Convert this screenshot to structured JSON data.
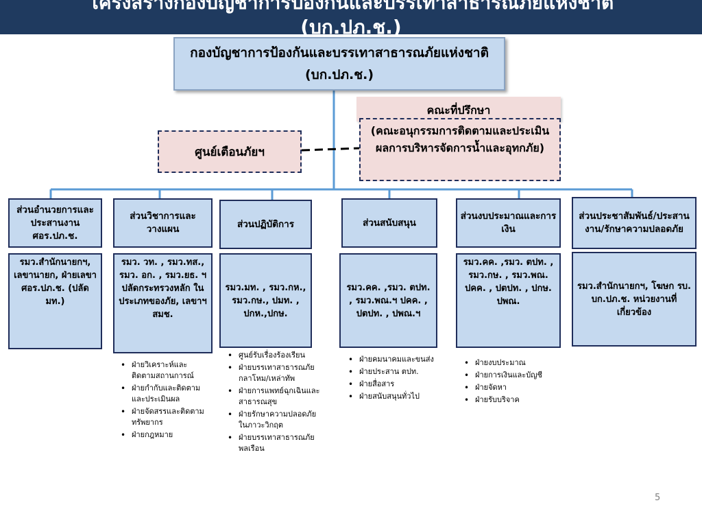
{
  "banner": {
    "title_line1": "โครงสร้างกองบัญชาการป้องกันและบรรเทาสาธารณภัยแห่งชาติ",
    "title_line2": "(บก.ปภ.ช.)"
  },
  "main": {
    "title": "กองบัญชาการป้องกันและบรรเทาสาธารณภัยแห่งชาติ (บก.ปภ.ช.)"
  },
  "advisor": {
    "title": "คณะที่ปรึกษา",
    "description": "(คณะอนุกรรมการติดตามและประเมินผลการบริหารจัดการน้ำและอุทกภัย)"
  },
  "warning_center": {
    "label": "ศูนย์เตือนภัยฯ"
  },
  "departments": [
    {
      "name": "ส่วนอำนวยการและประสานงาน ศอร.ปภ.ช.",
      "members": "รมว.สำนักนายกฯ, เลขานายก, ฝ่ายเลขา ศอร.ปภ.ช. (ปลัด มท.)",
      "units": []
    },
    {
      "name": "ส่วนวิชาการและวางแผน",
      "members": "รมว. วท. , รมว.ทส., รมว. อก. , รมว.ยธ. ฯ ปลัดกระทรวงหลัก ในประเภทของภัย, เลขาฯ สมช.",
      "units": [
        "ฝ่ายวิเคราะห์และติดตามสถานการณ์",
        "ฝ่ายกำกับและติดตามและประเมินผล",
        "ฝ่ายจัดสรรและติดตามทรัพยากร",
        "ฝ่ายกฎหมาย"
      ]
    },
    {
      "name": "ส่วนปฏิบัติการ",
      "members": "รมว.มท. , รมว.กห., รมว.กษ., ปมท. , ปกห.,ปกษ.",
      "units": [
        "ศูนย์รับเรื่องร้องเรียน",
        "ฝ่ายบรรเทาสาธารณภัยกลาโหม/เหล่าทัพ",
        "ฝ่ายการแพทย์ฉุกเฉินและสาธารณสุข",
        "ฝ่ายรักษาความปลอดภัยในภาวะวิกฤต",
        "ฝ่ายบรรเทาสาธารณภัยพลเรือน"
      ]
    },
    {
      "name": "ส่วนสนับสนุน",
      "members": "รมว.คค. ,รมว. ตปท. , รมว.พณ.ฯ ปคค. , ปตปท. , ปพณ.ฯ",
      "units": [
        "ฝ่ายคมนาคมและขนส่ง",
        "ฝ่ายประสาน ตปท.",
        "ฝ่ายสื่อสาร",
        "ฝ่ายสนับสนุนทั่วไป"
      ]
    },
    {
      "name": "ส่วนงบประมาณและการเงิน",
      "members": "รมว.คค. ,รมว. ตปท. , รมว.กษ. , รมว.พณ. ปคค. , ปตปท. , ปกษ. ปพณ.",
      "units": [
        "ฝ่ายงบประมาณ",
        "ฝ่ายการเงินและบัญชี",
        "ฝ่ายจัดหา",
        "ฝ่ายรับบริจาค"
      ]
    },
    {
      "name": "ส่วนประชาสัมพันธ์/ประสานงาน/รักษาความปลอดภัย",
      "members": "รมว.สำนักนายกฯ, โฆษก รบ. บก.ปภ.ช. หน่วยงานที่เกี่ยวข้อง",
      "units": []
    }
  ],
  "page_number": "5",
  "colors": {
    "banner": "#1f3a5f",
    "box_fill": "#c5d9ef",
    "advisor_fill": "#f2dcdb",
    "border": "#1f2d5a",
    "connector": "#5b9bd5"
  }
}
